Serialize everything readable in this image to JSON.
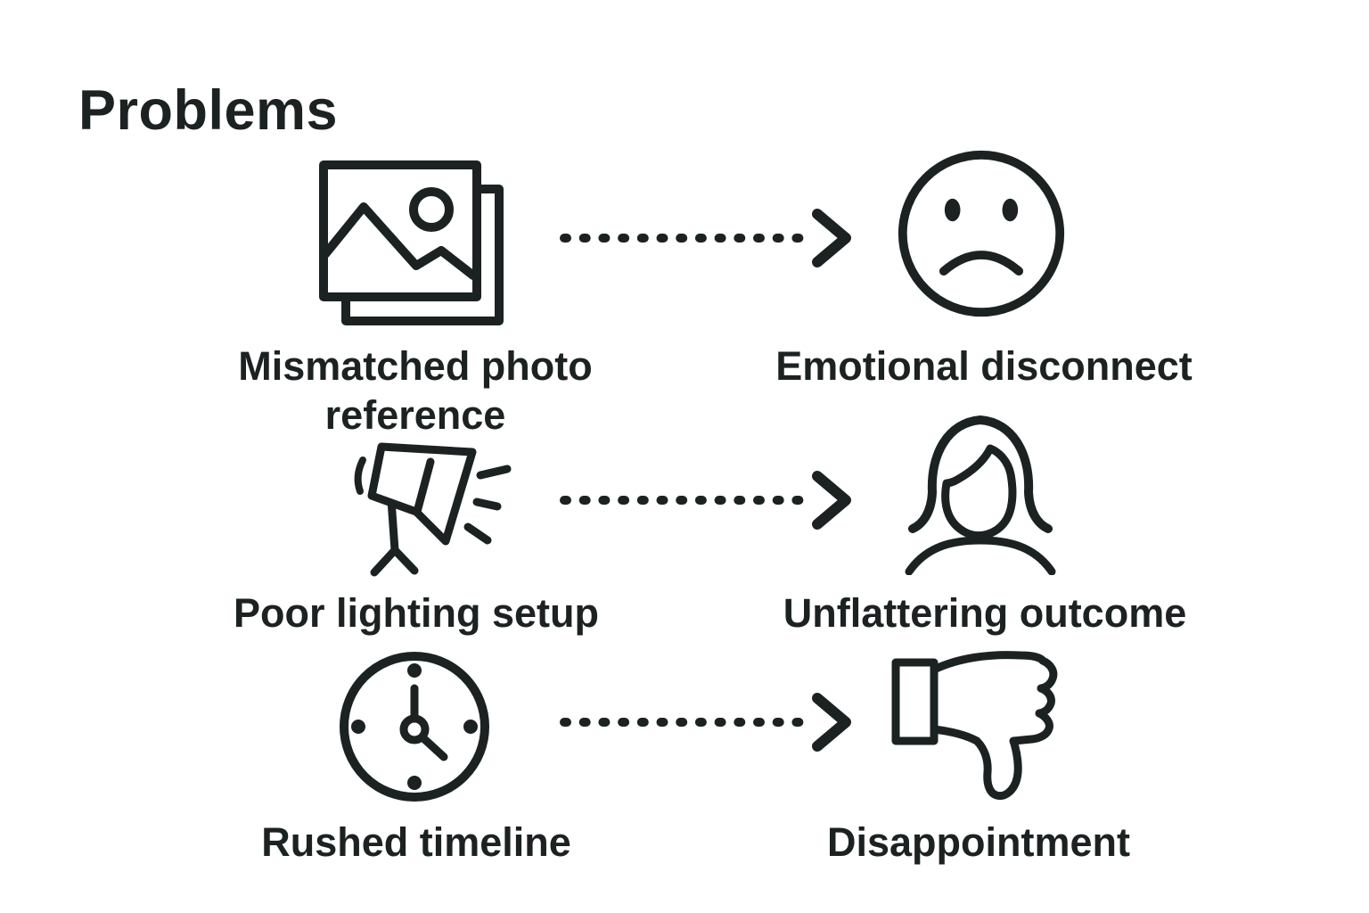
{
  "title": "Problems",
  "ink_color": "#1c2222",
  "background_color": "#ffffff",
  "rows": [
    {
      "problem_icon": "photo-stack-icon",
      "problem_label": "Mismatched photo reference",
      "arrow": "dashed-arrow-right-icon",
      "outcome_icon": "sad-face-icon",
      "outcome_label": "Emotional disconnect"
    },
    {
      "problem_icon": "studio-spotlight-icon",
      "problem_label": "Poor lighting setup",
      "arrow": "dashed-arrow-right-icon",
      "outcome_icon": "woman-portrait-icon",
      "outcome_label": "Unflattering outcome"
    },
    {
      "problem_icon": "clock-icon",
      "problem_label": "Rushed timeline",
      "arrow": "dashed-arrow-right-icon",
      "outcome_icon": "thumbs-down-icon",
      "outcome_label": "Disappointment"
    }
  ]
}
